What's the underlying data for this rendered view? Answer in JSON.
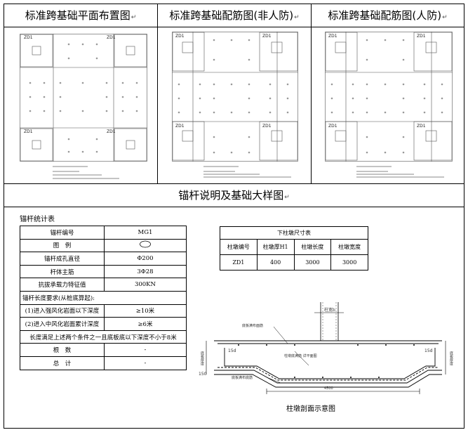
{
  "panels": {
    "p1_title": "标准跨基础平面布置图",
    "p2_title": "标准跨基础配筋图(非人防)",
    "p3_title": "标准跨基础配筋图(人防)",
    "row2_title": "锚杆说明及基础大样图",
    "return_mark": "↵",
    "p1_zd_labels": [
      "ZD1",
      "ZD1",
      "ZD1",
      "ZD1"
    ],
    "p2_zd_labels": [
      "ZD1",
      "ZD1",
      "ZD1",
      "ZD1"
    ],
    "p3_zd_labels": [
      "ZD1",
      "ZD1",
      "ZD1",
      "ZD1"
    ]
  },
  "anchor_table": {
    "title": "锚杆统计表",
    "rows": [
      {
        "label": "锚杆编号",
        "value": "MG1"
      },
      {
        "label": "图　例",
        "value": ""
      },
      {
        "label": "锚杆成孔直径",
        "value": "Φ200"
      },
      {
        "label": "杆体主筋",
        "value": "3Φ28"
      },
      {
        "label": "抗拔承载力特征值",
        "value": "300KN"
      }
    ],
    "length_req": "锚杆长度要求(从桩底算起):",
    "req_rows": [
      {
        "label": "(1)进入强风化岩面以下深度",
        "value": "≥10米"
      },
      {
        "label": "(2)进入中风化岩面累计深度",
        "value": "≥6米"
      }
    ],
    "both_note": "长度满足上述两个条件之一且底板底以下深度不小于8米",
    "tail_rows": [
      {
        "label": "根　数",
        "value": "-"
      },
      {
        "label": "总　计",
        "value": "-"
      }
    ]
  },
  "pier_table": {
    "title": "下柱墩尺寸表",
    "headers": [
      "柱墩编号",
      "柱墩厚H1",
      "柱墩长度",
      "柱墩宽度"
    ],
    "row": [
      "ZD1",
      "400",
      "3000",
      "3000"
    ]
  },
  "section": {
    "caption": "柱墩剖面示意图",
    "col_label": "柱宽b",
    "l15_left": "15d",
    "l15_right": "15d",
    "dim_150": "150",
    "dim_bottom": "4500",
    "rebar_top": "底板满布面筋",
    "rebar_mid": "柱墩底满筋 详平面图",
    "rebar_bot": "底板满布底筋",
    "side_left": "底板厚度",
    "side_right": "底板厚度"
  }
}
